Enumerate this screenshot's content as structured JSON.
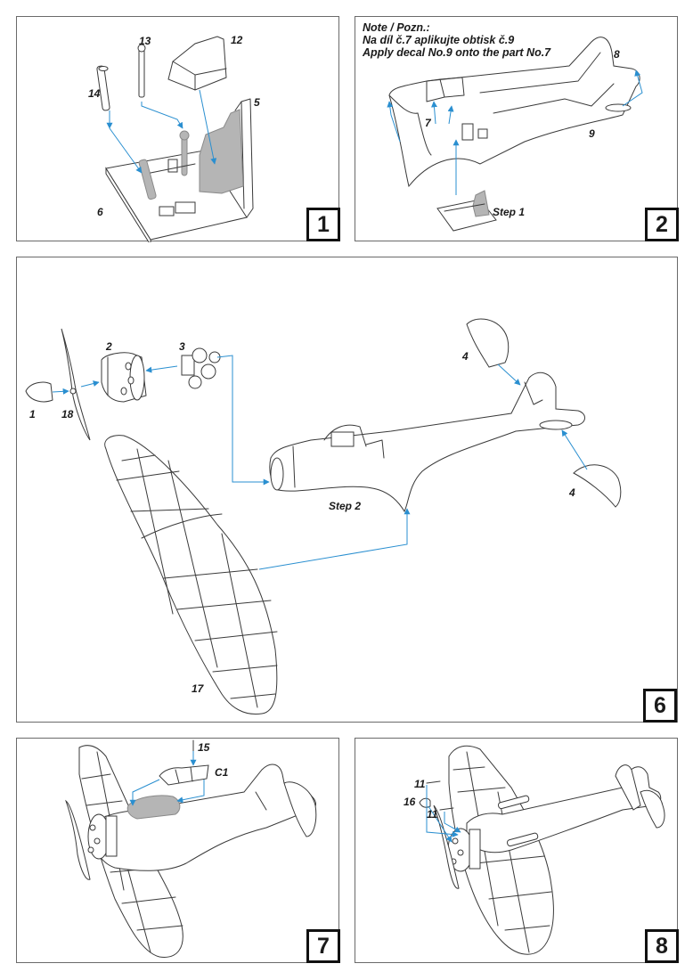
{
  "panels": {
    "p1": {
      "step_number": "1",
      "parts": {
        "p12": "12",
        "p13": "13",
        "p14": "14",
        "p5": "5",
        "p6": "6"
      }
    },
    "p2": {
      "step_number": "2",
      "note_lines": [
        "Note / Pozn.:",
        "Na díl č.7 aplikujte obtisk č.9",
        "Apply decal No.9 onto the part No.7"
      ],
      "parts": {
        "p8": "8",
        "p7": "7",
        "p9": "9"
      },
      "step_ref": "Step 1"
    },
    "p6": {
      "step_number": "6",
      "parts": {
        "p2": "2",
        "p3": "3",
        "p4a": "4",
        "p4b": "4",
        "p1": "1",
        "p18": "18",
        "p17": "17"
      },
      "step_ref": "Step 2"
    },
    "p7": {
      "step_number": "7",
      "parts": {
        "p15": "15",
        "c1": "C1"
      }
    },
    "p8": {
      "step_number": "8",
      "parts": {
        "p11a": "11",
        "p16": "16",
        "p11b": "11"
      }
    }
  },
  "colors": {
    "arrow": "#2a8fd0",
    "line": "#3a3a3a",
    "highlight": "#b5b5b5",
    "badge": "#111111"
  }
}
